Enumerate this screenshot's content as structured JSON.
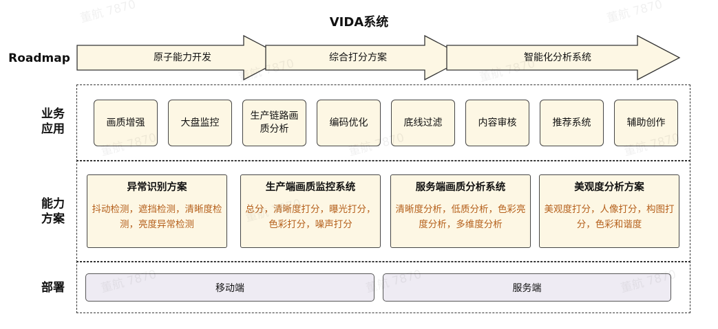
{
  "title": "VIDA系统",
  "labels": {
    "roadmap": "Roadmap",
    "business_line1": "业务",
    "business_line2": "应用",
    "capability_line1": "能力",
    "capability_line2": "方案",
    "deploy": "部署"
  },
  "roadmap": [
    "原子能力开发",
    "综合打分方案",
    "智能化分析系统"
  ],
  "apps": [
    "画质增强",
    "大盘监控",
    "生产链路画质分析",
    "编码优化",
    "底线过滤",
    "内容审核",
    "推荐系统",
    "辅助创作"
  ],
  "capabilities": [
    {
      "title": "异常识别方案",
      "desc": "抖动检测，遮挡检测，清晰度检测，亮度异常检测"
    },
    {
      "title": "生产端画质监控系统",
      "desc": "总分，清晰度打分，曝光打分，色彩打分，噪声打分"
    },
    {
      "title": "服务端画质分析系统",
      "desc": "清晰度分析，低质分析，色彩亮度分析，多维度分析"
    },
    {
      "title": "美观度分析方案",
      "desc": "美观度打分，人像打分，构图打分，色彩和谐度"
    }
  ],
  "deploy": [
    "移动端",
    "服务端"
  ],
  "watermark": "董航 7870",
  "colors": {
    "box_fill": "#fdf7e4",
    "desc_text": "#b5601c",
    "deploy_fill": "#eeebf3"
  }
}
